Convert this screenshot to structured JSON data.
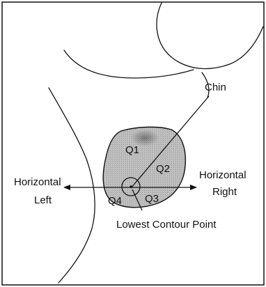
{
  "labels": {
    "chin": "Chin",
    "q1": "Q1",
    "q2": "Q2",
    "q3": "Q3",
    "q4": "Q4",
    "horizontal_left_1": "Horizontal",
    "horizontal_left_2": "Left",
    "horizontal_right_1": "Horizontal",
    "horizontal_right_2": "Right",
    "lowest_contour_point": "Lowest Contour Point"
  },
  "colors": {
    "ink": "#111111",
    "region_fill": "#b9b9b9",
    "region_dark": "#8a8a8a",
    "background": "#ffffff"
  }
}
